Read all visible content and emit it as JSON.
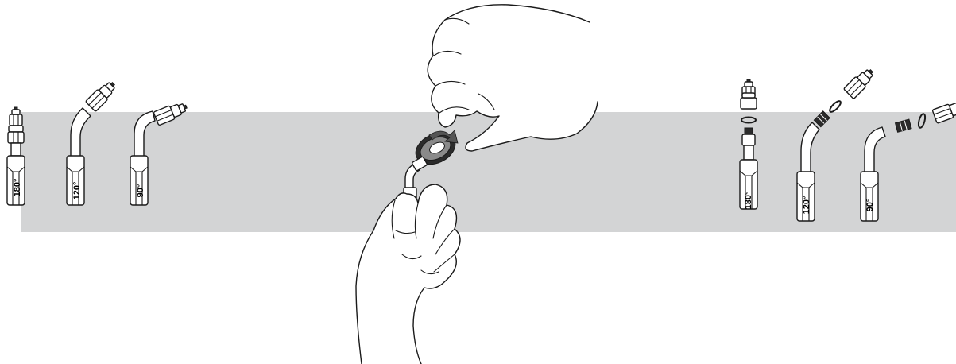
{
  "background_band_color": "#d3d4d5",
  "rotate_arrow_color": "#555555",
  "left_group": {
    "tips": [
      {
        "label": "180°"
      },
      {
        "label": "120°"
      },
      {
        "label": "90°"
      }
    ]
  },
  "right_group": {
    "tips": [
      {
        "label": "180°"
      },
      {
        "label": "120°"
      },
      {
        "label": "90°"
      }
    ]
  }
}
